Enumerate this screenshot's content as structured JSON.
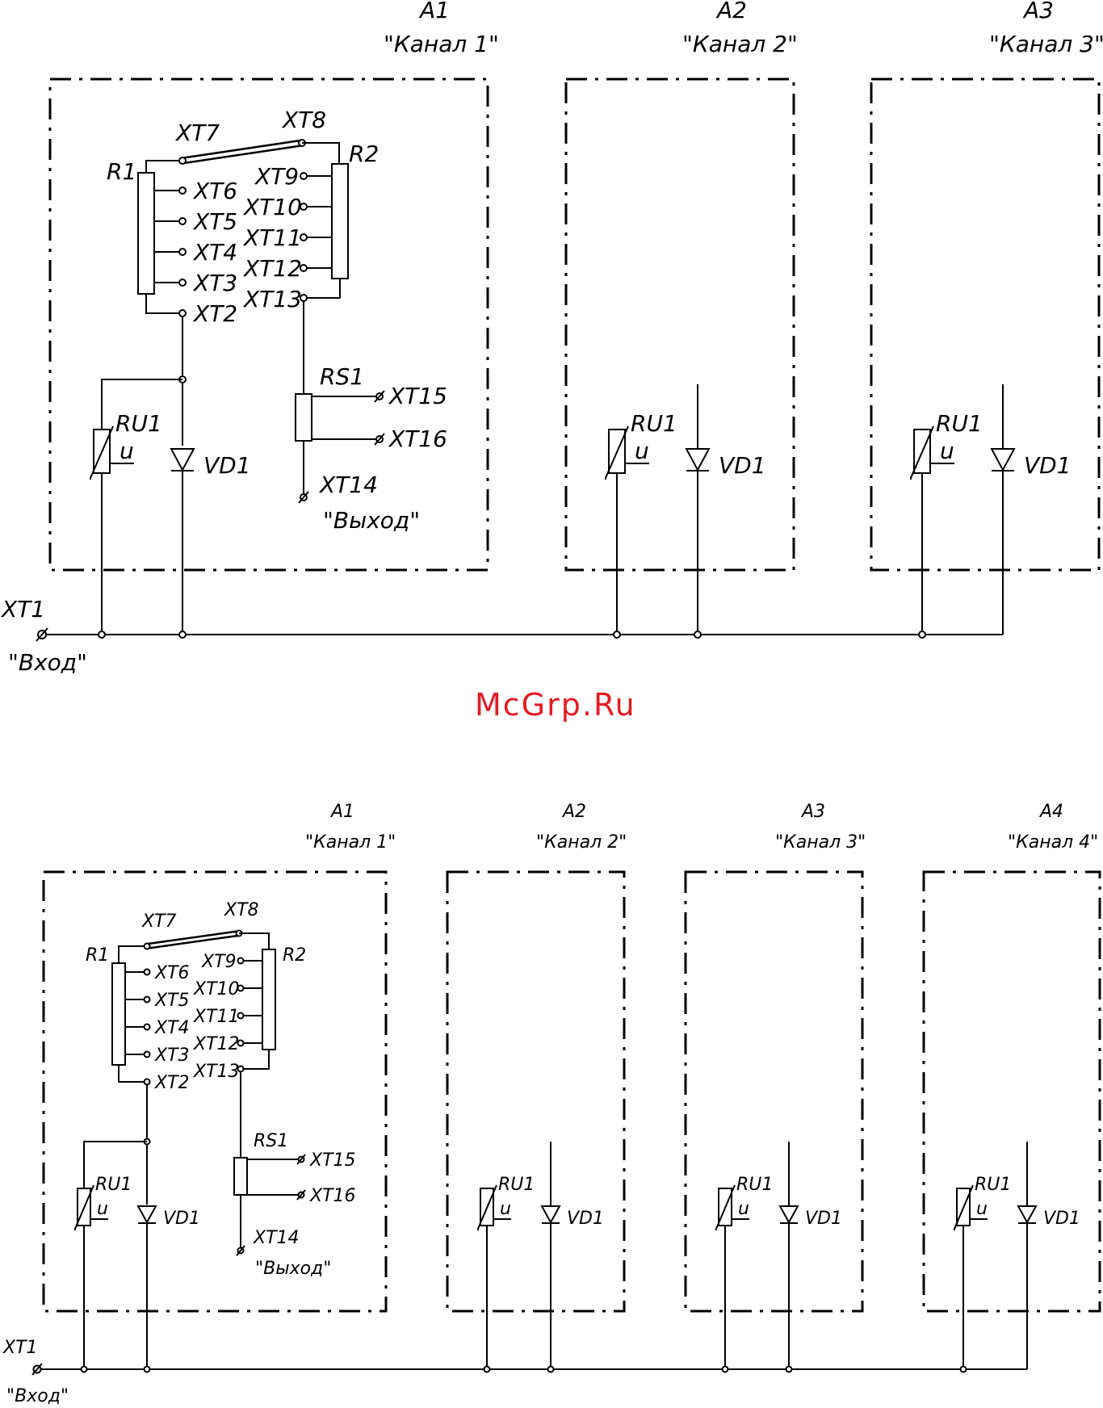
{
  "watermark": "McGrp.Ru",
  "top": {
    "modules": [
      {
        "id": "A1",
        "name": "\"Канал  1\""
      },
      {
        "id": "A2",
        "name": "\"Канал  2\""
      },
      {
        "id": "A3",
        "name": "\"Канал  3\""
      }
    ],
    "components": {
      "r1": "R1",
      "r2": "R2",
      "rs1": "RS1",
      "ru1": "RU1",
      "vd1": "VD1",
      "u": "u"
    },
    "terminals": {
      "xt1": "XT1",
      "xt2": "XT2",
      "xt3": "XT3",
      "xt4": "XT4",
      "xt5": "XT5",
      "xt6": "XT6",
      "xt7": "XT7",
      "xt8": "XT8",
      "xt9": "XT9",
      "xt10": "XT10",
      "xt11": "XT11",
      "xt12": "XT12",
      "xt13": "XT13",
      "xt14": "XT14",
      "xt15": "XT15",
      "xt16": "XT16"
    },
    "input_label": "\"Вход\"",
    "output_label": "\"Выход\""
  },
  "bottom": {
    "modules": [
      {
        "id": "A1",
        "name": "\"Канал  1\""
      },
      {
        "id": "A2",
        "name": "\"Канал  2\""
      },
      {
        "id": "A3",
        "name": "\"Канал  3\""
      },
      {
        "id": "A4",
        "name": "\"Канал  4\""
      }
    ],
    "components": {
      "r1": "R1",
      "r2": "R2",
      "rs1": "RS1",
      "ru1": "RU1",
      "vd1": "VD1",
      "u": "u"
    },
    "terminals": {
      "xt1": "XT1",
      "xt2": "XT2",
      "xt3": "XT3",
      "xt4": "XT4",
      "xt5": "XT5",
      "xt6": "XT6",
      "xt7": "XT7",
      "xt8": "XT8",
      "xt9": "XT9",
      "xt10": "XT10",
      "xt11": "XT11",
      "xt12": "XT12",
      "xt13": "XT13",
      "xt14": "XT14",
      "xt15": "XT15",
      "xt16": "XT16"
    },
    "input_label": "\"Вход\"",
    "output_label": "\"Выход\""
  }
}
